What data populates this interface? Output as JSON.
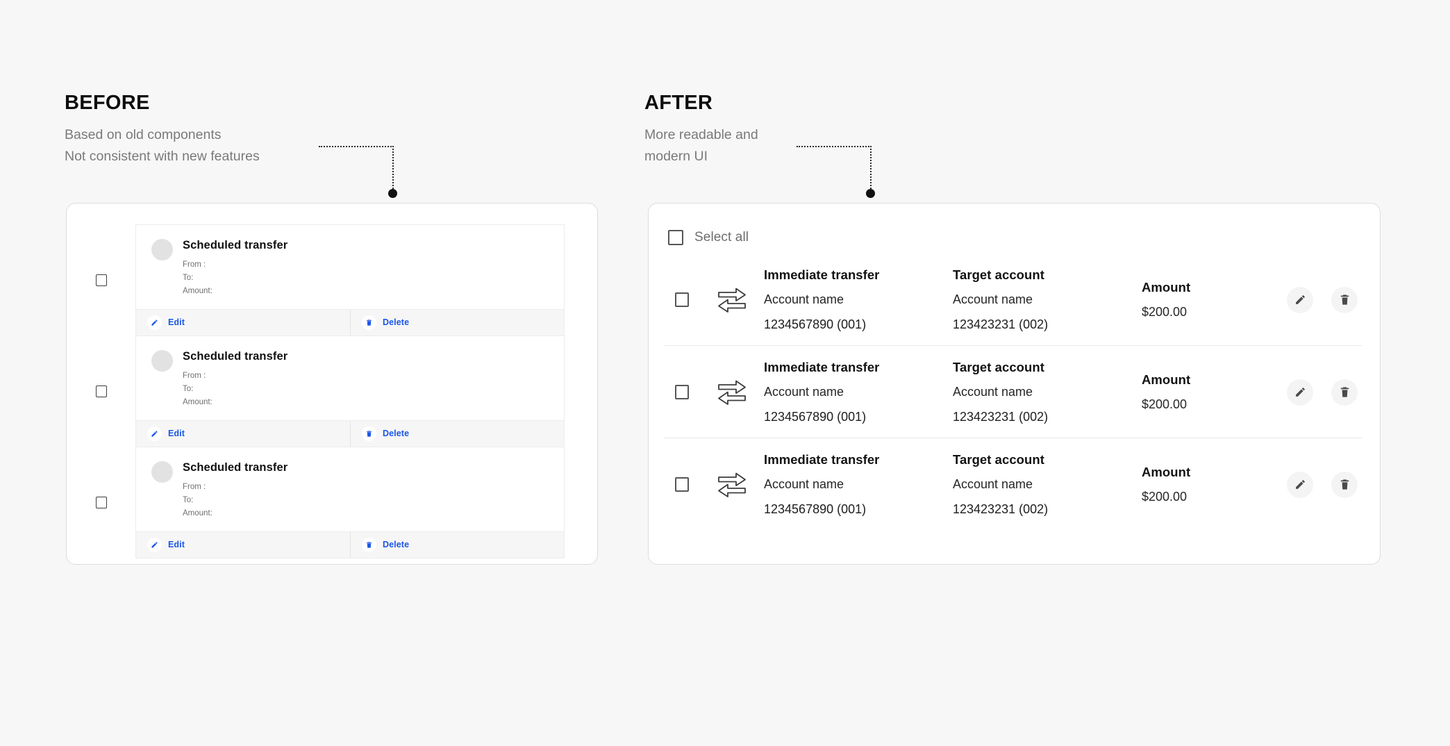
{
  "sections": {
    "before": {
      "title": "BEFORE",
      "subtitle": "Based on old components\nNot consistent with new features"
    },
    "after": {
      "title": "AFTER",
      "subtitle": "More readable and\nmodern UI"
    }
  },
  "before_panel": {
    "items": [
      {
        "title": "Scheduled transfer",
        "from_label": "From :",
        "to_label": "To:",
        "amount_label": "Amount:",
        "edit_label": "Edit",
        "delete_label": "Delete"
      },
      {
        "title": "Scheduled transfer",
        "from_label": "From :",
        "to_label": "To:",
        "amount_label": "Amount:",
        "edit_label": "Edit",
        "delete_label": "Delete"
      },
      {
        "title": "Scheduled transfer",
        "from_label": "From :",
        "to_label": "To:",
        "amount_label": "Amount:",
        "edit_label": "Edit",
        "delete_label": "Delete"
      }
    ]
  },
  "after_panel": {
    "select_all_label": "Select all",
    "rows": [
      {
        "type": "Immediate transfer",
        "source_account_name": "Account name",
        "source_account_number": "1234567890 (001)",
        "target_header": "Target account",
        "target_account_name": "Account name",
        "target_account_number": "123423231 (002)",
        "amount_header": "Amount",
        "amount_value": "$200.00"
      },
      {
        "type": "Immediate transfer",
        "source_account_name": "Account name",
        "source_account_number": "1234567890 (001)",
        "target_header": "Target account",
        "target_account_name": "Account name",
        "target_account_number": "123423231 (002)",
        "amount_header": "Amount",
        "amount_value": "$200.00"
      },
      {
        "type": "Immediate transfer",
        "source_account_name": "Account name",
        "source_account_number": "1234567890 (001)",
        "target_header": "Target account",
        "target_account_name": "Account name",
        "target_account_number": "123423231 (002)",
        "amount_header": "Amount",
        "amount_value": "$200.00"
      }
    ]
  },
  "colors": {
    "background": "#f7f7f7",
    "link_blue": "#1a56e8",
    "card_border": "#dcdcdc",
    "muted_text": "#7a7a7a",
    "heading_text": "#0d0d0d"
  }
}
